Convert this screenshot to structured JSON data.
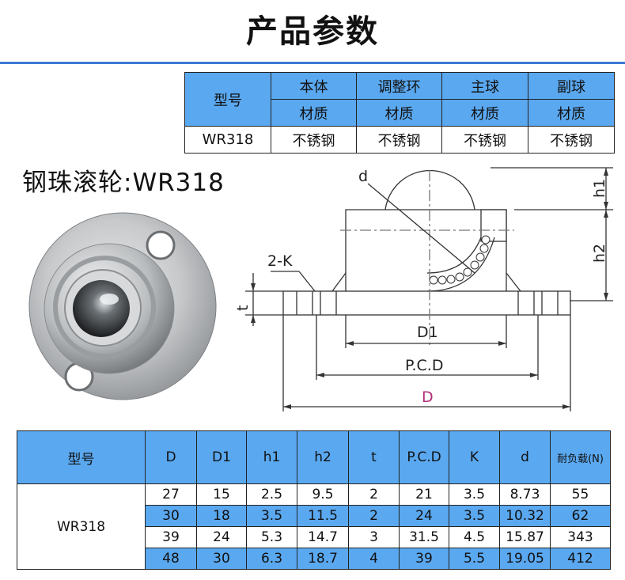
{
  "page": {
    "title": "产品参数"
  },
  "material_table": {
    "header_label": "型号",
    "parts": [
      "本体",
      "调整环",
      "主球",
      "副球"
    ],
    "sub_header": "材质",
    "row": {
      "model": "WR318",
      "materials": [
        "不锈钢",
        "不锈钢",
        "不锈钢",
        "不锈钢"
      ]
    }
  },
  "product": {
    "name": "钢珠滚轮:WR318"
  },
  "drawing": {
    "labels": {
      "d": "d",
      "h1": "h1",
      "h2": "h2",
      "k": "2-K",
      "t": "t",
      "d1": "D1",
      "pcd": "P.C.D",
      "D": "D"
    },
    "colors": {
      "line": "#333333",
      "D_label": "#b0307a"
    }
  },
  "spec_table": {
    "columns": [
      "型号",
      "D",
      "D1",
      "h1",
      "h2",
      "t",
      "P.C.D",
      "K",
      "d",
      "耐负载(N)"
    ],
    "model": "WR318",
    "rows": [
      [
        "27",
        "15",
        "2.5",
        "9.5",
        "2",
        "21",
        "3.5",
        "8.73",
        "55"
      ],
      [
        "30",
        "18",
        "3.5",
        "11.5",
        "2",
        "24",
        "3.5",
        "10.32",
        "62"
      ],
      [
        "39",
        "24",
        "5.3",
        "14.7",
        "3",
        "31.5",
        "4.5",
        "15.87",
        "343"
      ],
      [
        "48",
        "30",
        "6.3",
        "18.7",
        "4",
        "39",
        "5.5",
        "19.05",
        "412"
      ]
    ]
  },
  "colors": {
    "accent": "#5aa8f0",
    "rule": "#3d79d6"
  }
}
